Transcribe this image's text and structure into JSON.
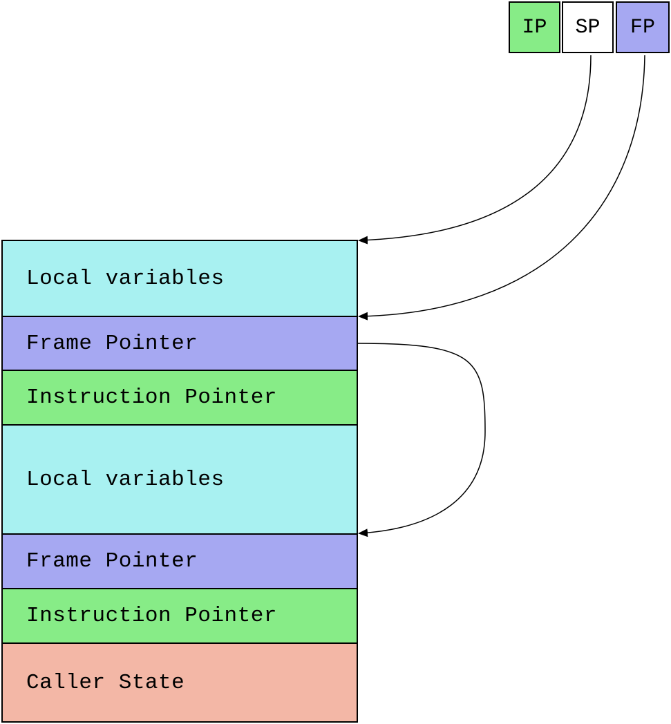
{
  "registers": [
    {
      "id": "reg-ip",
      "label": "IP",
      "color": "#87ec87"
    },
    {
      "id": "reg-sp",
      "label": "SP",
      "color": "#ffffff"
    },
    {
      "id": "reg-fp",
      "label": "FP",
      "color": "#a6a8f2"
    }
  ],
  "stack": [
    {
      "id": "f1",
      "label": "Local variables",
      "color": "#a8f1f1"
    },
    {
      "id": "f2",
      "label": "Frame Pointer",
      "color": "#a6a8f2"
    },
    {
      "id": "f3",
      "label": "Instruction Pointer",
      "color": "#87ec87"
    },
    {
      "id": "f4",
      "label": "Local variables",
      "color": "#a8f1f1"
    },
    {
      "id": "f5",
      "label": "Frame Pointer",
      "color": "#a6a8f2"
    },
    {
      "id": "f6",
      "label": "Instruction Pointer",
      "color": "#87ec87"
    },
    {
      "id": "f7",
      "label": "Caller State",
      "color": "#f3b7a6"
    }
  ]
}
